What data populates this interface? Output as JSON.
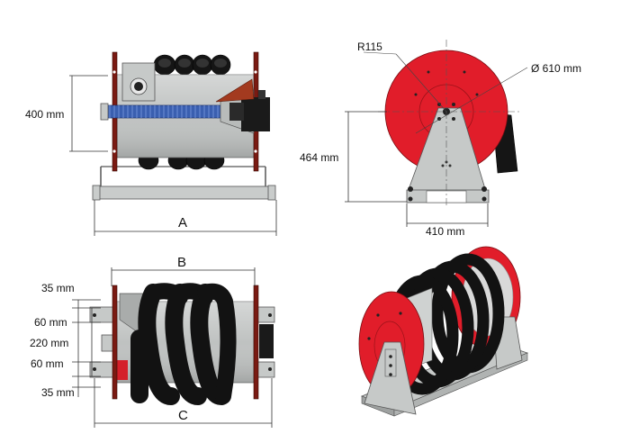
{
  "dimensions": {
    "side_height": "400 mm",
    "front_radius": "R115",
    "front_diameter": "Ø 610 mm",
    "front_height": "464 mm",
    "front_base": "410 mm",
    "label_a": "A",
    "label_b": "B",
    "label_c": "C",
    "top_35_upper": "35 mm",
    "top_60_upper": "60 mm",
    "top_220": "220 mm",
    "top_60_lower": "60 mm",
    "top_35_lower": "35 mm"
  },
  "colors": {
    "reel_red": "#e11d2a",
    "frame_grey": "#c6c9c8",
    "hose_black": "#151515",
    "hose_blue": "#3a5fb0"
  }
}
